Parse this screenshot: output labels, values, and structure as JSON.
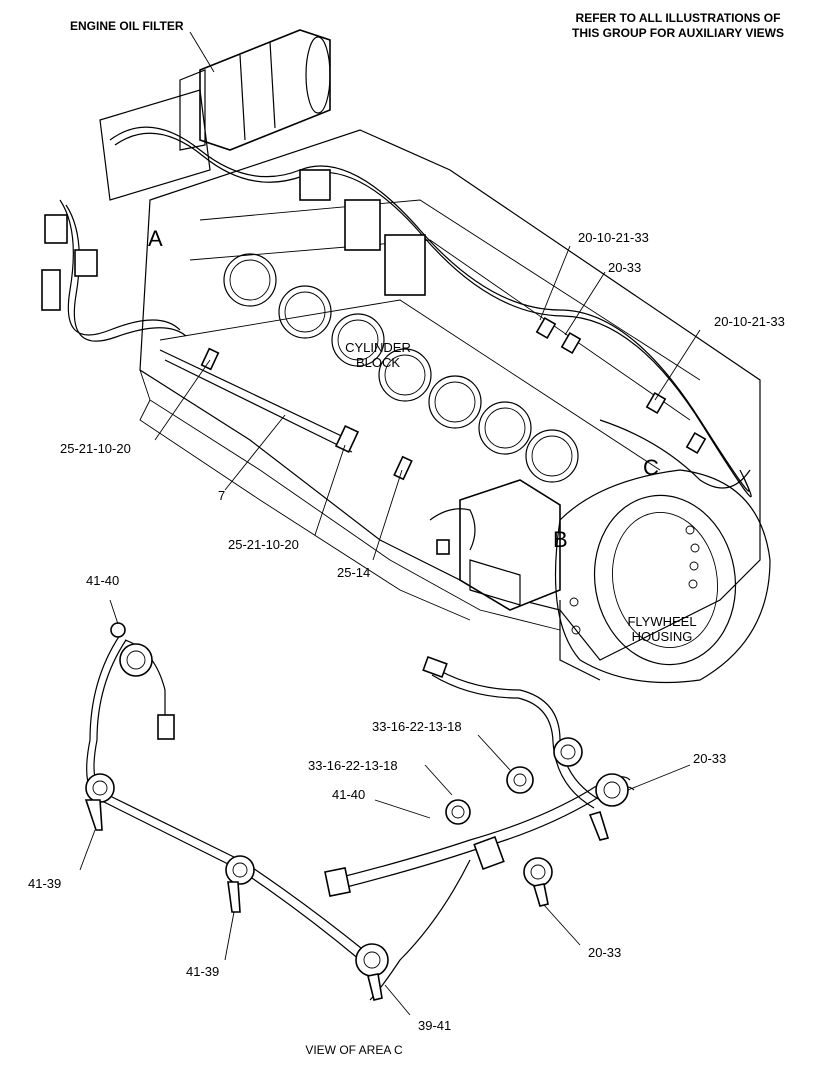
{
  "header": {
    "engine_oil_filter": "ENGINE OIL FILTER",
    "refer_line1": "REFER TO ALL ILLUSTRATIONS OF",
    "refer_line2": "THIS GROUP FOR AUXILIARY VIEWS"
  },
  "areas": {
    "a": "A",
    "b": "B",
    "c": "C"
  },
  "components": {
    "cylinder_block_1": "CYLINDER",
    "cylinder_block_2": "BLOCK",
    "flywheel_housing_1": "FLYWHEEL",
    "flywheel_housing_2": "HOUSING"
  },
  "callouts": [
    {
      "id": "c1",
      "text": "20-10-21-33"
    },
    {
      "id": "c2",
      "text": "20-33"
    },
    {
      "id": "c3",
      "text": "20-10-21-33"
    },
    {
      "id": "c4",
      "text": "25-21-10-20"
    },
    {
      "id": "c5",
      "text": "7"
    },
    {
      "id": "c6",
      "text": "25-21-10-20"
    },
    {
      "id": "c7",
      "text": "25-14"
    },
    {
      "id": "c8",
      "text": "41-40"
    },
    {
      "id": "c9",
      "text": "33-16-22-13-18"
    },
    {
      "id": "c10",
      "text": "20-33"
    },
    {
      "id": "c11",
      "text": "33-16-22-13-18"
    },
    {
      "id": "c12",
      "text": "41-40"
    },
    {
      "id": "c13",
      "text": "41-39"
    },
    {
      "id": "c14",
      "text": "41-39"
    },
    {
      "id": "c15",
      "text": "20-33"
    },
    {
      "id": "c16",
      "text": "39-41"
    }
  ],
  "caption": "VIEW OF AREA  C"
}
